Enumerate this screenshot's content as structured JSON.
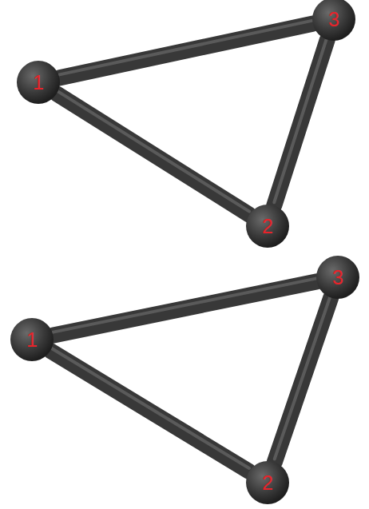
{
  "diagram": {
    "nodes": [
      {
        "text": [
          "1"
        ]
      },
      {
        "text": [
          "3"
        ]
      },
      {
        "text": [
          "2"
        ]
      },
      {
        "text": [
          "1"
        ]
      },
      {
        "text": [
          "3"
        ]
      },
      {
        "text": [
          "2"
        ]
      }
    ],
    "edges": [
      {
        "from": 0,
        "to": 1,
        "arrow": "none"
      },
      {
        "from": 0,
        "to": 2,
        "arrow": "none"
      },
      {
        "from": 2,
        "to": 1,
        "arrow": "none"
      },
      {
        "from": 3,
        "to": 4,
        "arrow": "none"
      },
      {
        "from": 3,
        "to": 5,
        "arrow": "none"
      },
      {
        "from": 5,
        "to": 4,
        "arrow": "none"
      }
    ]
  }
}
